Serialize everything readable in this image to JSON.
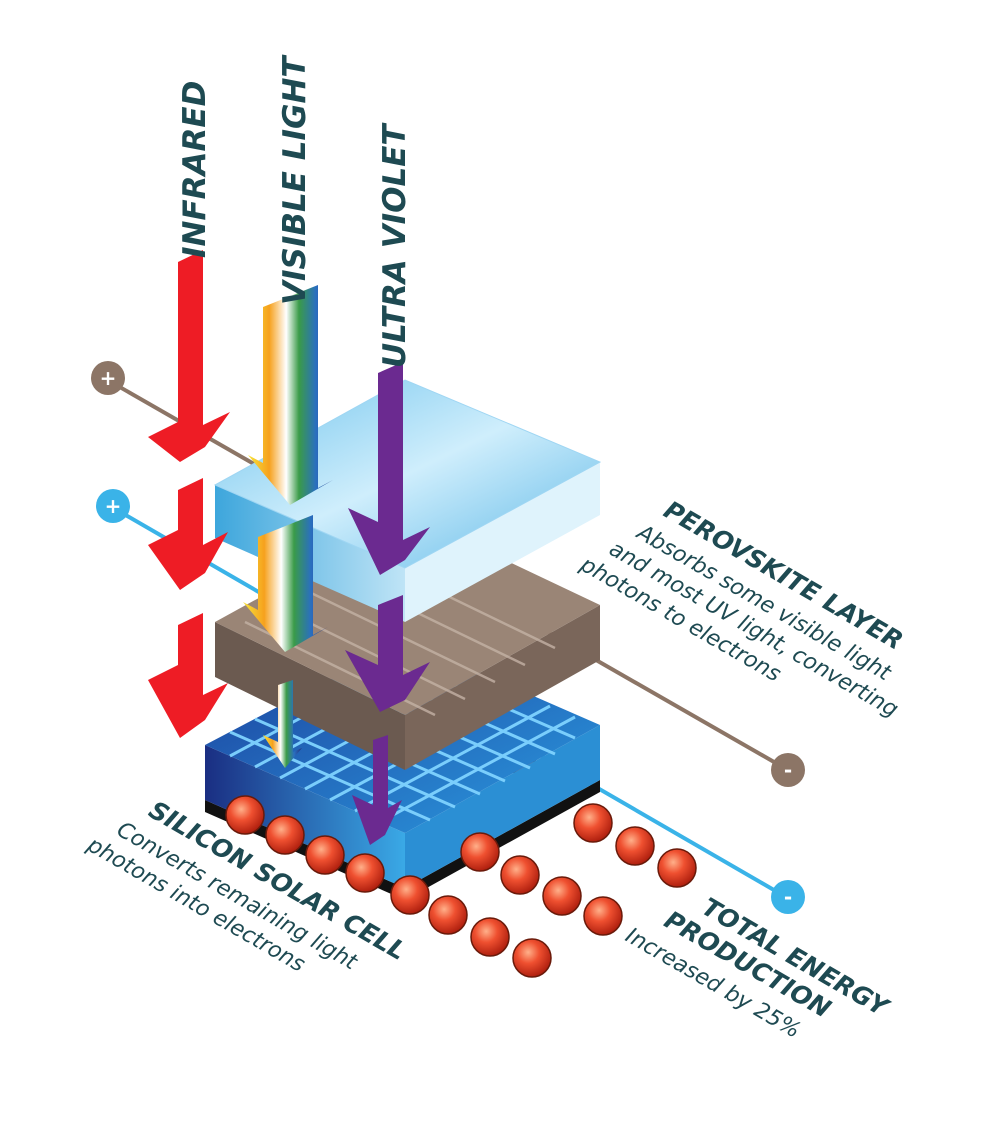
{
  "rays": {
    "infrared": "INFRARED",
    "visible": "VISIBLE LIGHT",
    "ultraviolet": "ULTRA VIOLET"
  },
  "terminals": {
    "plus": "+",
    "minus": "-"
  },
  "perovskite": {
    "title": "PEROVSKITE LAYER",
    "desc_line1": "Absorbs some visible light",
    "desc_line2": "and most UV light, converting",
    "desc_line3": "photons to electrons"
  },
  "silicon": {
    "title": "SILICON SOLAR CELL",
    "desc_line1": "Converts remaining light",
    "desc_line2": "photons into electrons"
  },
  "output": {
    "title_line1": "TOTAL ENERGY",
    "title_line2": "PRODUCTION",
    "desc": "Increased by 25%"
  },
  "colors": {
    "infrared": "#ee1c25",
    "ultraviolet": "#6b2a90",
    "perovskite_top": "#9fd6f3",
    "brown_layer": "#8c7566",
    "silicon_grid": "#1f7fd0",
    "electron": "#e8452a",
    "wire_brown": "#8c7566",
    "wire_blue": "#3ab3e8",
    "text": "#1e4a52"
  }
}
